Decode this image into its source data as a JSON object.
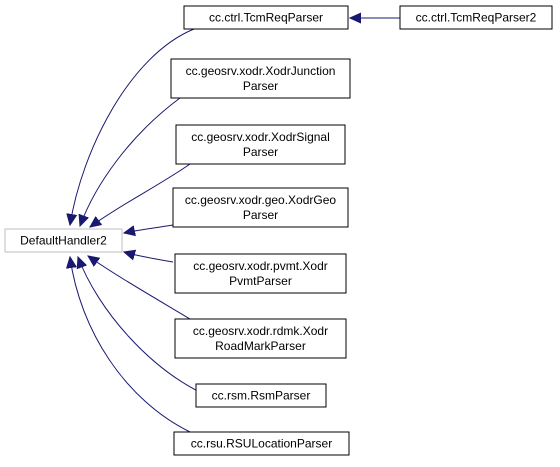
{
  "diagram": {
    "root": {
      "label": "DefaultHandler2",
      "border_color": "#bfbfbf"
    },
    "nodes": [
      {
        "id": "tcmreq",
        "lines": [
          "cc.ctrl.TcmReqParser"
        ]
      },
      {
        "id": "tcmreq2",
        "lines": [
          "cc.ctrl.TcmReqParser2"
        ]
      },
      {
        "id": "junction",
        "lines": [
          "cc.geosrv.xodr.XodrJunction",
          "Parser"
        ]
      },
      {
        "id": "signal",
        "lines": [
          "cc.geosrv.xodr.XodrSignal",
          "Parser"
        ]
      },
      {
        "id": "geo",
        "lines": [
          "cc.geosrv.xodr.geo.XodrGeo",
          "Parser"
        ]
      },
      {
        "id": "pvmt",
        "lines": [
          "cc.geosrv.xodr.pvmt.Xodr",
          "PvmtParser"
        ]
      },
      {
        "id": "rdmk",
        "lines": [
          "cc.geosrv.xodr.rdmk.Xodr",
          "RoadMarkParser"
        ]
      },
      {
        "id": "rsm",
        "lines": [
          "cc.rsm.RsmParser"
        ]
      },
      {
        "id": "rsu",
        "lines": [
          "cc.rsu.RSULocationParser"
        ]
      }
    ],
    "edges": [
      {
        "from": "tcmreq",
        "to": "root"
      },
      {
        "from": "junction",
        "to": "root"
      },
      {
        "from": "signal",
        "to": "root"
      },
      {
        "from": "geo",
        "to": "root"
      },
      {
        "from": "pvmt",
        "to": "root"
      },
      {
        "from": "rdmk",
        "to": "root"
      },
      {
        "from": "rsm",
        "to": "root"
      },
      {
        "from": "rsu",
        "to": "root"
      },
      {
        "from": "tcmreq2",
        "to": "tcmreq"
      }
    ],
    "edge_color": "#191970"
  }
}
